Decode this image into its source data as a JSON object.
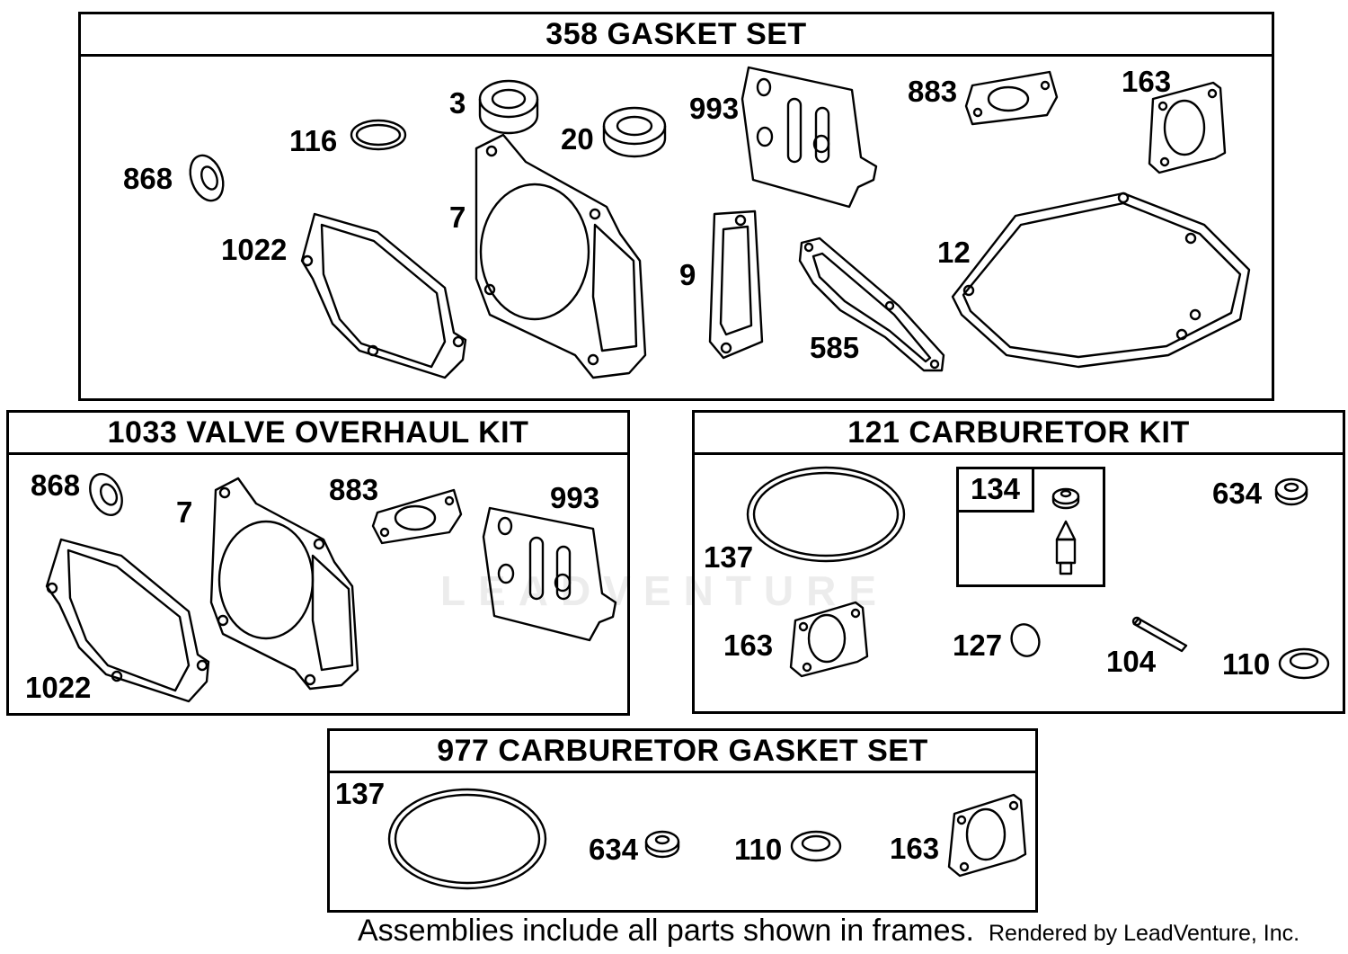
{
  "frames": {
    "gasket_set": {
      "title": "358 GASKET SET",
      "labels": {
        "p868": "868",
        "p116": "116",
        "p3": "3",
        "p20": "20",
        "p993": "993",
        "p883": "883",
        "p163": "163",
        "p7": "7",
        "p1022": "1022",
        "p9": "9",
        "p12": "12",
        "p585": "585"
      }
    },
    "valve_kit": {
      "title": "1033 VALVE OVERHAUL KIT",
      "labels": {
        "p868": "868",
        "p7": "7",
        "p883": "883",
        "p993": "993",
        "p1022": "1022"
      }
    },
    "carb_kit": {
      "title": "121 CARBURETOR KIT",
      "labels": {
        "p134": "134",
        "p634": "634",
        "p137": "137",
        "p163": "163",
        "p127": "127",
        "p104": "104",
        "p110": "110"
      }
    },
    "carb_gasket": {
      "title": "977 CARBURETOR  GASKET SET",
      "labels": {
        "p137": "137",
        "p634": "634",
        "p110": "110",
        "p163": "163"
      }
    }
  },
  "footer": {
    "note": "Assemblies include all parts shown in frames.",
    "credit": "Rendered by LeadVenture, Inc."
  },
  "watermark": "LEADVENTURE"
}
